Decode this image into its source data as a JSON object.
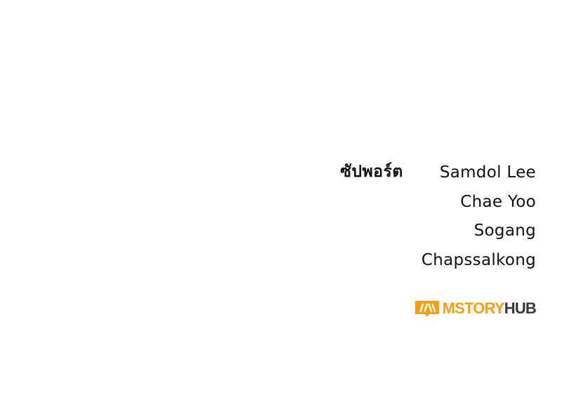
{
  "credits": {
    "label": "ซัปพอร์ต",
    "names": [
      "Samdol Lee",
      "Chae Yoo",
      "Sogang",
      "Chapssalkong"
    ]
  },
  "logo": {
    "text_accent": "MSTORY",
    "text_dark": "HUB",
    "icon": "book-emblem-icon",
    "accent_color": "#f5a00f",
    "dark_color": "#3a3a3a"
  }
}
